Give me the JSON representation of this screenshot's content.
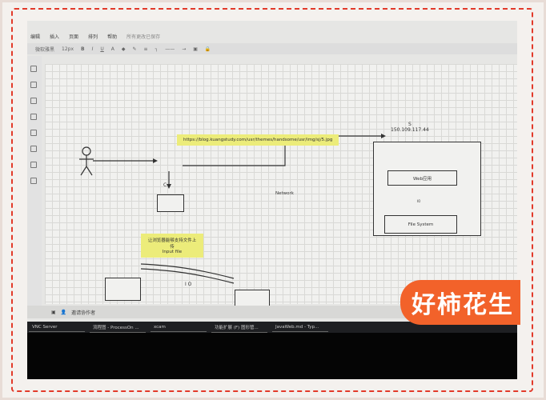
{
  "menu": {
    "items": [
      "编辑",
      "插入",
      "页面",
      "排列",
      "帮助"
    ],
    "status": "所有更改已保存"
  },
  "toolbar": {
    "font": "微软雅黑",
    "size": "12px",
    "bold": "B",
    "italic": "I",
    "underline": "U",
    "color": "A"
  },
  "diagram": {
    "url_note": "https://blog.kuangstudy.com/usr/themes/handsome/usr/img/sj/5.jpg",
    "server_label": "S",
    "server_ip": "150.109.117.44",
    "client_label": "C",
    "network_label": "Network",
    "web_app": "Web应用",
    "io_label": "IO",
    "file_system": "File System",
    "upload_note_line1": "让浏览器能够支持文件上传",
    "upload_note_line2": "Input      file",
    "io_label2": "I O"
  },
  "bottombar": {
    "invite": "邀请协作者"
  },
  "taskbar": [
    "VNC Server",
    "流程图 - ProcessOn ...",
    "xcam",
    "功能扩展 (F) 图形管...",
    "JavaWeb.md - Typ..."
  ],
  "watermark": "好柿花生",
  "colors": {
    "note": "#ecec7a",
    "watermark": "#f2622a",
    "taskbar": "#1e1f22"
  }
}
